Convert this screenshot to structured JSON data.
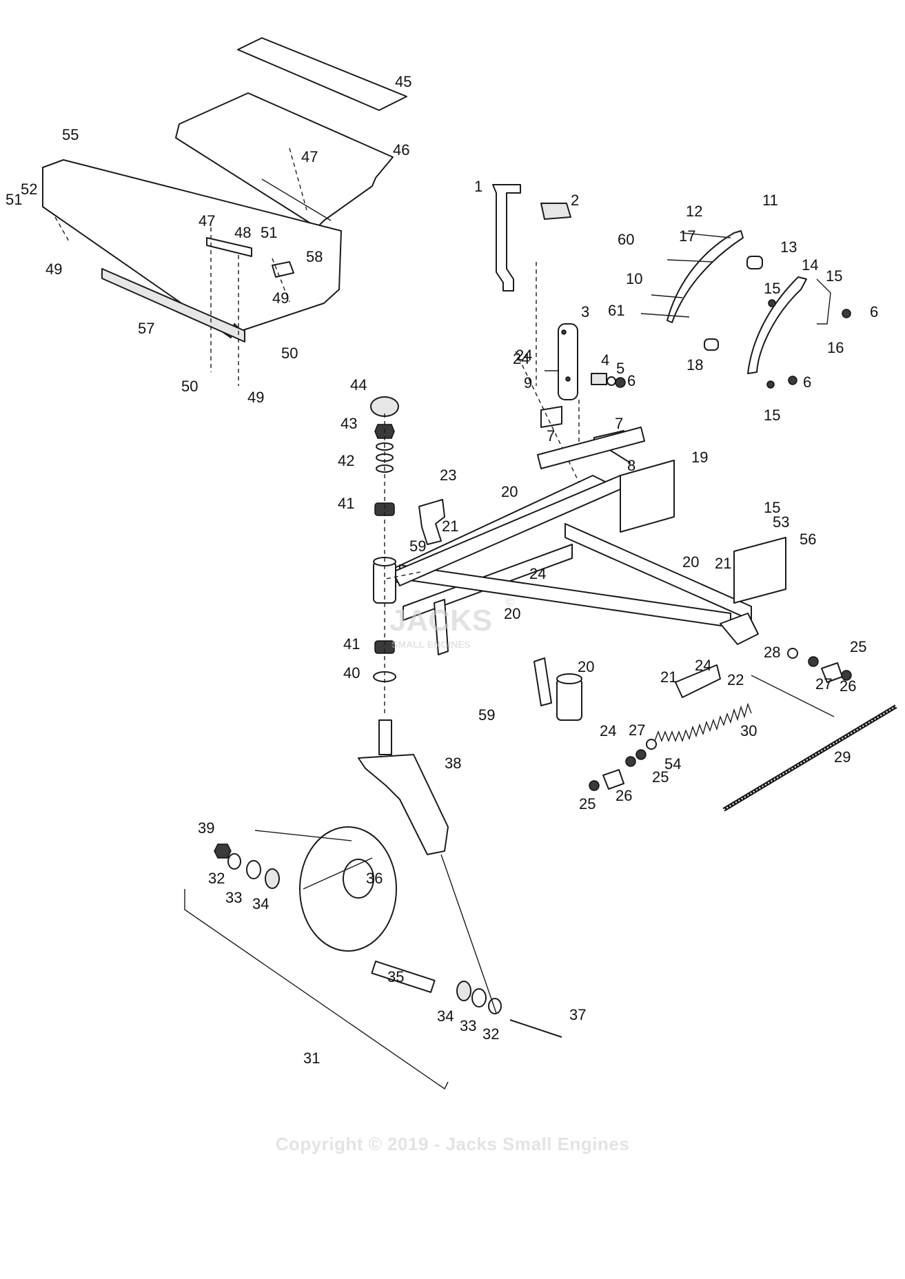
{
  "diagram": {
    "callouts": [
      "1",
      "2",
      "3",
      "4",
      "5",
      "6",
      "6",
      "6",
      "7",
      "7",
      "8",
      "9",
      "10",
      "11",
      "12",
      "13",
      "14",
      "15",
      "15",
      "15",
      "15",
      "16",
      "17",
      "18",
      "19",
      "20",
      "20",
      "20",
      "20",
      "21",
      "21",
      "21",
      "22",
      "23",
      "24",
      "24",
      "24",
      "24",
      "24",
      "25",
      "25",
      "25",
      "26",
      "26",
      "27",
      "27",
      "28",
      "29",
      "30",
      "31",
      "32",
      "32",
      "33",
      "33",
      "34",
      "34",
      "35",
      "36",
      "37",
      "38",
      "39",
      "40",
      "41",
      "41",
      "42",
      "43",
      "44",
      "45",
      "46",
      "47",
      "47",
      "48",
      "49",
      "49",
      "49",
      "50",
      "50",
      "51",
      "51",
      "52",
      "53",
      "54",
      "55",
      "56",
      "57",
      "58",
      "59",
      "59",
      "60",
      "61"
    ]
  },
  "watermark": {
    "brand": "JACKS",
    "tagline": "SMALL ENGINES",
    "symbol": "©"
  },
  "footer": {
    "copyright": "Copyright © 2019 - Jacks Small Engines"
  }
}
